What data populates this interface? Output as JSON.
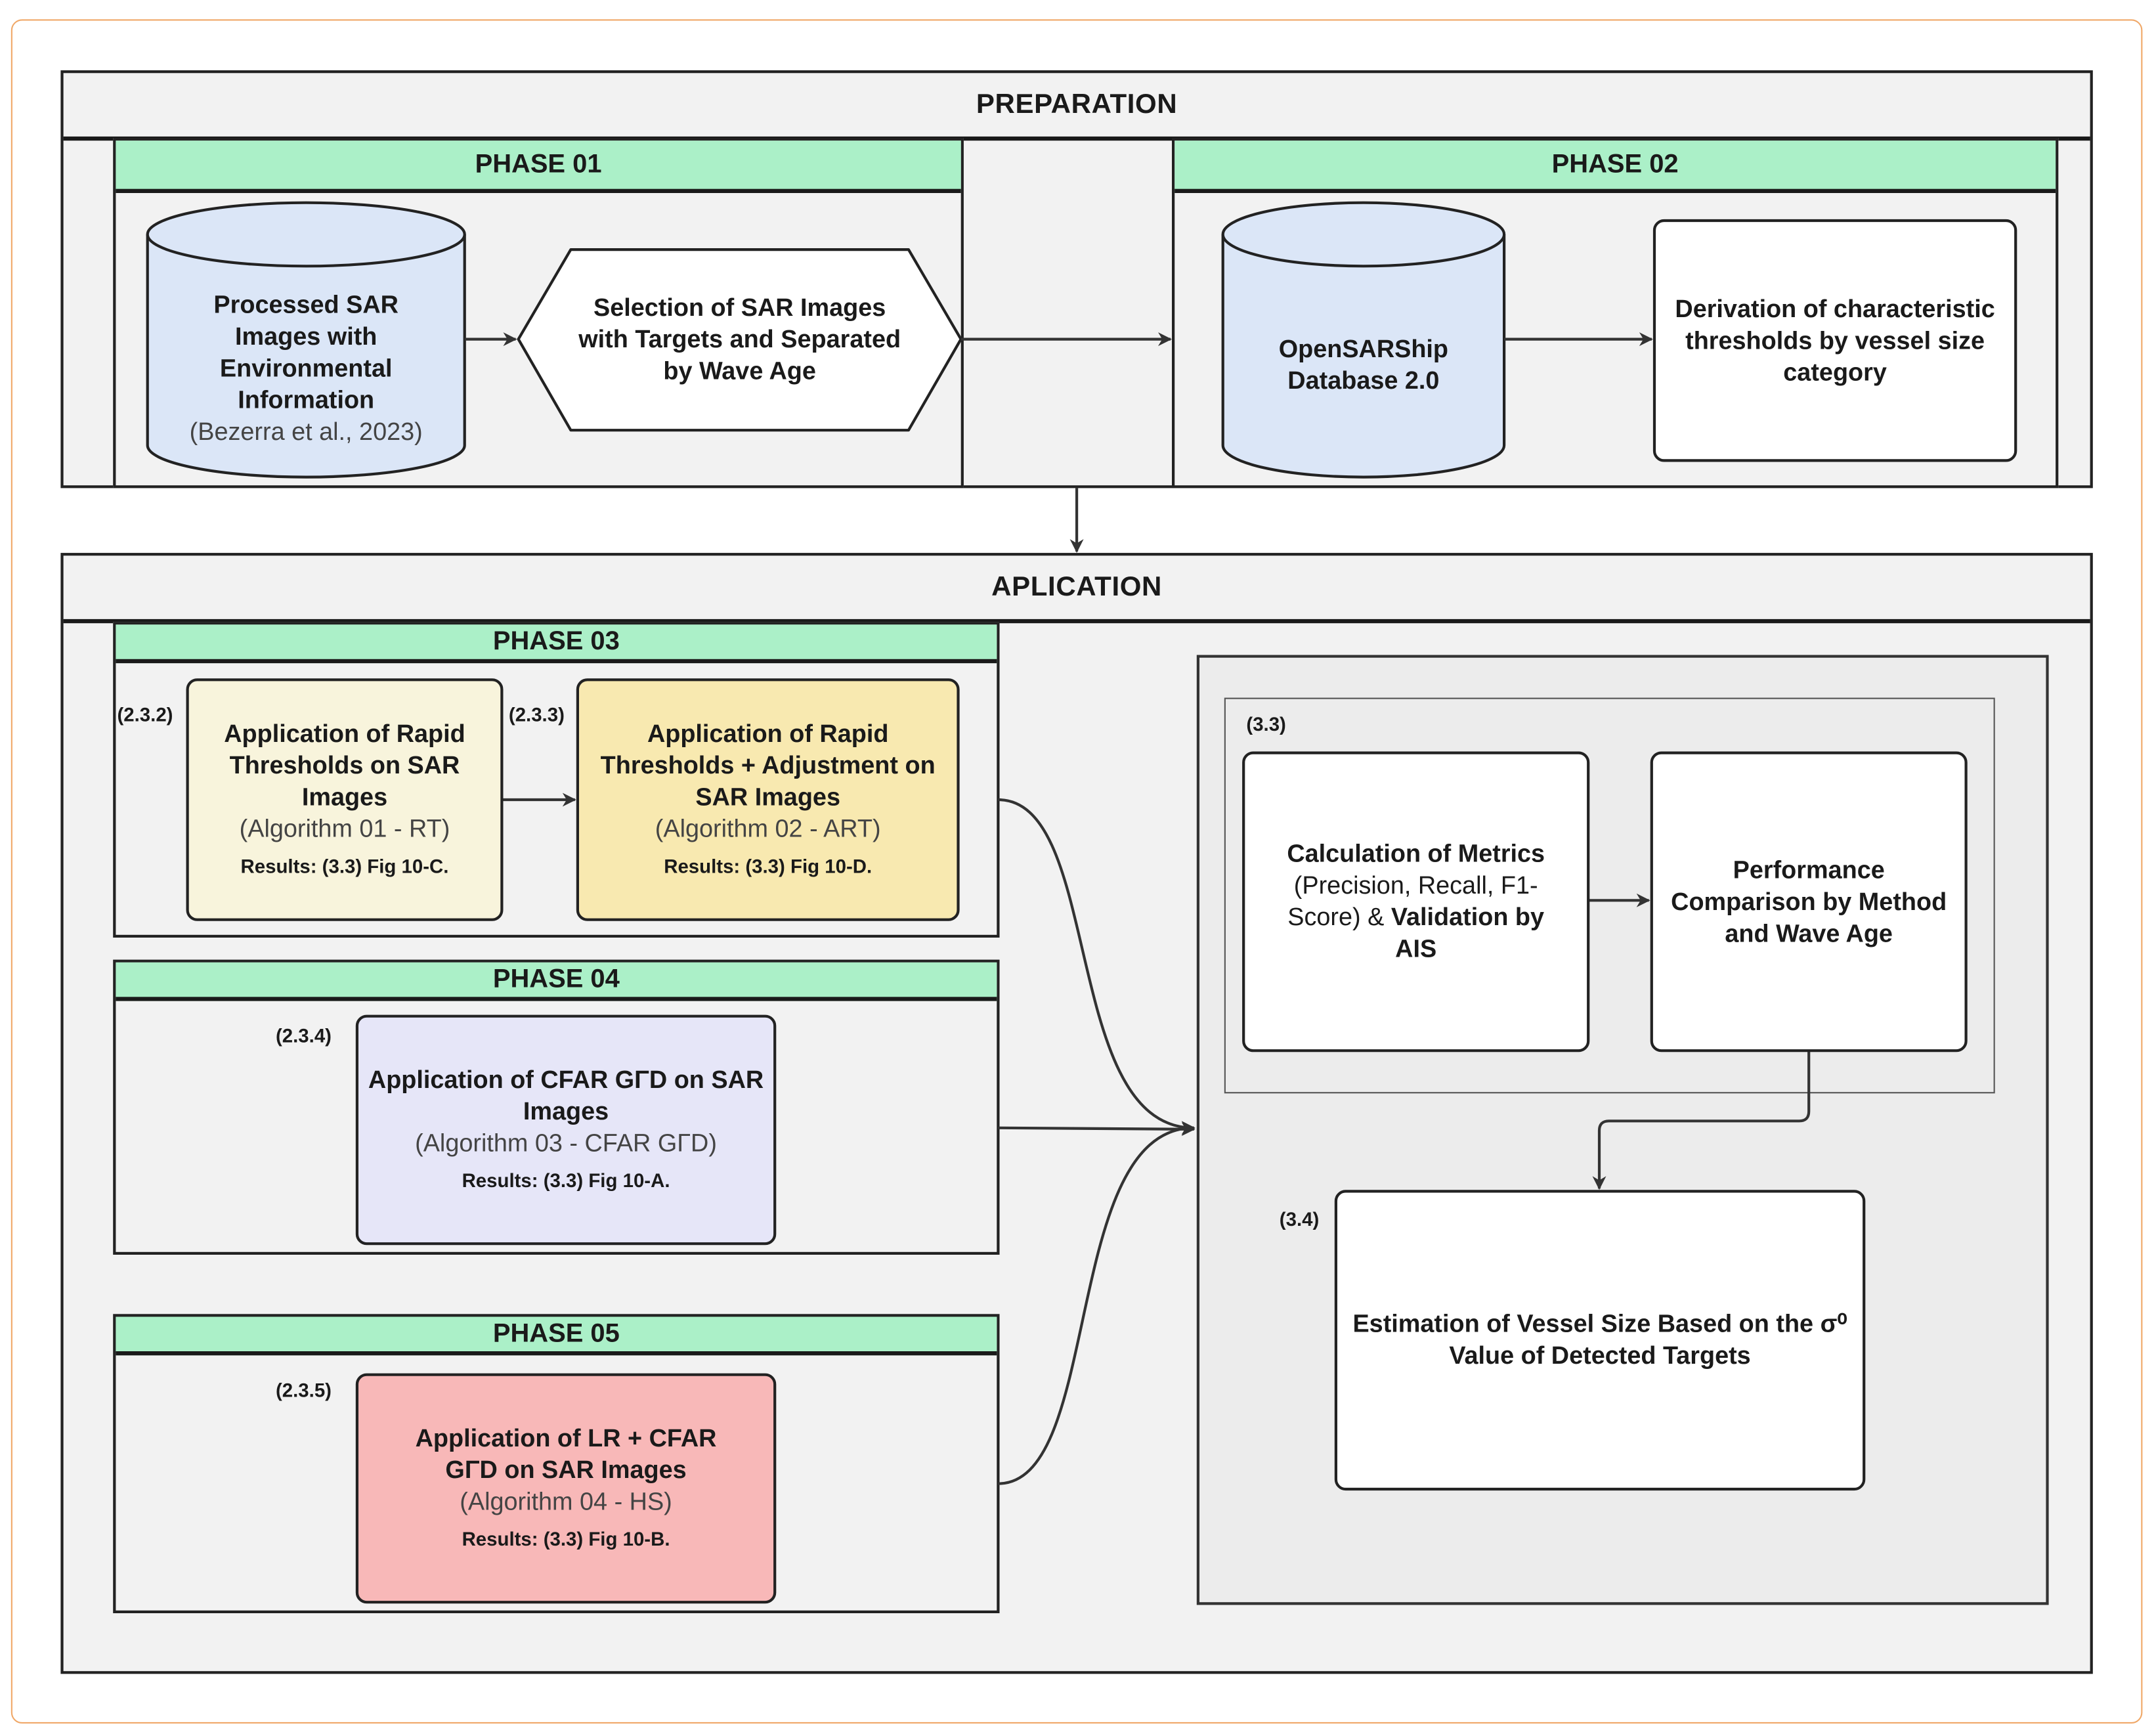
{
  "colors": {
    "phase_header": "#abf0c8",
    "cylinder": "#dbe6f7",
    "algo1": "#f8f4dc",
    "algo2": "#f8e9b0",
    "algo3": "#e6e6f8",
    "algo4": "#f8b8b8",
    "frame": "#f0a868"
  },
  "preparation": {
    "title": "PREPARATION",
    "phase01": {
      "title": "PHASE 01",
      "source": {
        "line1": "Processed SAR Images with Environmental Information",
        "ref": "(Bezerra et al., 2023)"
      },
      "selection": "Selection of SAR Images with Targets and Separated by Wave Age"
    },
    "phase02": {
      "title": "PHASE 02",
      "database": "OpenSARShip Database 2.0",
      "derivation": "Derivation of characteristic thresholds by vessel size category"
    }
  },
  "application": {
    "title": "APLICATION",
    "phase03": {
      "title": "PHASE 03",
      "rt": {
        "section": "(2.3.2)",
        "title": "Application of Rapid Thresholds on SAR Images",
        "algo": "(Algorithm 01 - RT)",
        "results": "Results: (3.3) Fig 10-C."
      },
      "art": {
        "section": "(2.3.3)",
        "title": "Application of Rapid Thresholds + Adjustment on SAR Images",
        "algo": "(Algorithm 02 - ART)",
        "results": "Results: (3.3) Fig 10-D."
      }
    },
    "phase04": {
      "title": "PHASE 04",
      "cfar": {
        "section": "(2.3.4)",
        "title": "Application of CFAR GΓD on SAR Images",
        "algo": "(Algorithm 03 - CFAR GΓD)",
        "results": "Results: (3.3) Fig 10-A."
      }
    },
    "phase05": {
      "title": "PHASE 05",
      "hs": {
        "section": "(2.3.5)",
        "title": "Application of LR + CFAR GΓD on SAR Images",
        "algo": "(Algorithm 04 - HS)",
        "results": "Results: (3.3) Fig 10-B."
      }
    },
    "evaluation": {
      "section33": "(3.3)",
      "metrics": {
        "bold1": "Calculation of Metrics",
        "normal": "(Precision, Recall, F1-Score) &",
        "bold2": "Validation by AIS"
      },
      "comparison": "Performance Comparison by Method and Wave Age",
      "section34": "(3.4)",
      "estimation": "Estimation of Vessel Size Based on the σ⁰ Value of Detected Targets"
    }
  }
}
